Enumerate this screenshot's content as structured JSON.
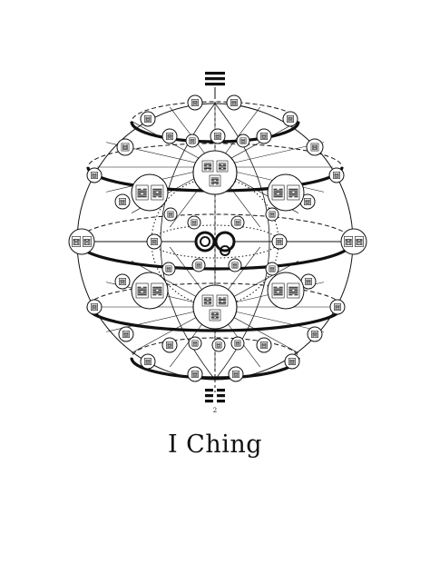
{
  "title": "I Ching",
  "page_number": "2",
  "trigram_top": "heaven",
  "trigram_bottom": "earth",
  "center_symbol": "double-spiral",
  "colors": {
    "ink": "#111111",
    "paper": "#ffffff"
  }
}
